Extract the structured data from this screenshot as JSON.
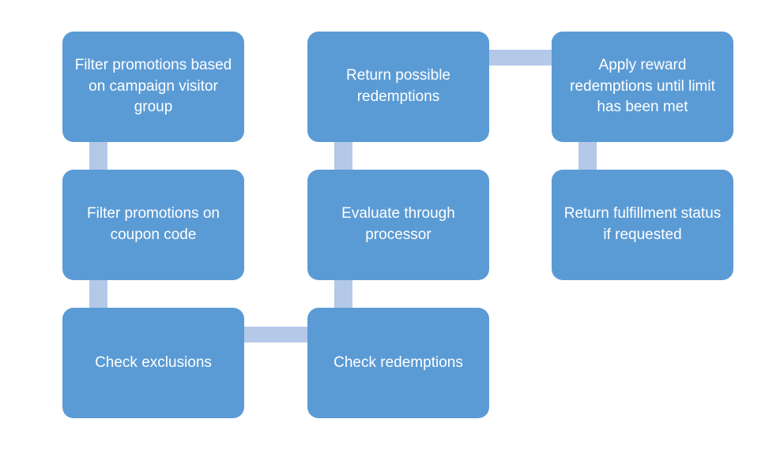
{
  "diagram": {
    "type": "flowchart",
    "background": "#ffffff",
    "colors": {
      "node_fill": "#5b9bd5",
      "node_text": "#ffffff",
      "connector": "#b4c8e8"
    },
    "nodes": [
      {
        "id": "filter-promotions-visitor-group",
        "label": "Filter promotions based on campaign visitor group"
      },
      {
        "id": "filter-promotions-coupon-code",
        "label": "Filter promotions on coupon code"
      },
      {
        "id": "check-exclusions",
        "label": "Check exclusions"
      },
      {
        "id": "check-redemptions",
        "label": "Check redemptions"
      },
      {
        "id": "evaluate-through-processor",
        "label": "Evaluate through processor"
      },
      {
        "id": "return-possible-redemptions",
        "label": "Return possible redemptions"
      },
      {
        "id": "apply-reward-redemptions",
        "label": "Apply reward redemptions until limit has been met"
      },
      {
        "id": "return-fulfillment-status",
        "label": "Return fulfillment status if requested"
      }
    ],
    "edges": [
      {
        "from": "filter-promotions-visitor-group",
        "to": "filter-promotions-coupon-code",
        "direction": "down"
      },
      {
        "from": "filter-promotions-coupon-code",
        "to": "check-exclusions",
        "direction": "down"
      },
      {
        "from": "check-exclusions",
        "to": "check-redemptions",
        "direction": "right"
      },
      {
        "from": "check-redemptions",
        "to": "evaluate-through-processor",
        "direction": "up"
      },
      {
        "from": "evaluate-through-processor",
        "to": "return-possible-redemptions",
        "direction": "up"
      },
      {
        "from": "return-possible-redemptions",
        "to": "apply-reward-redemptions",
        "direction": "right"
      },
      {
        "from": "apply-reward-redemptions",
        "to": "return-fulfillment-status",
        "direction": "down"
      }
    ]
  }
}
